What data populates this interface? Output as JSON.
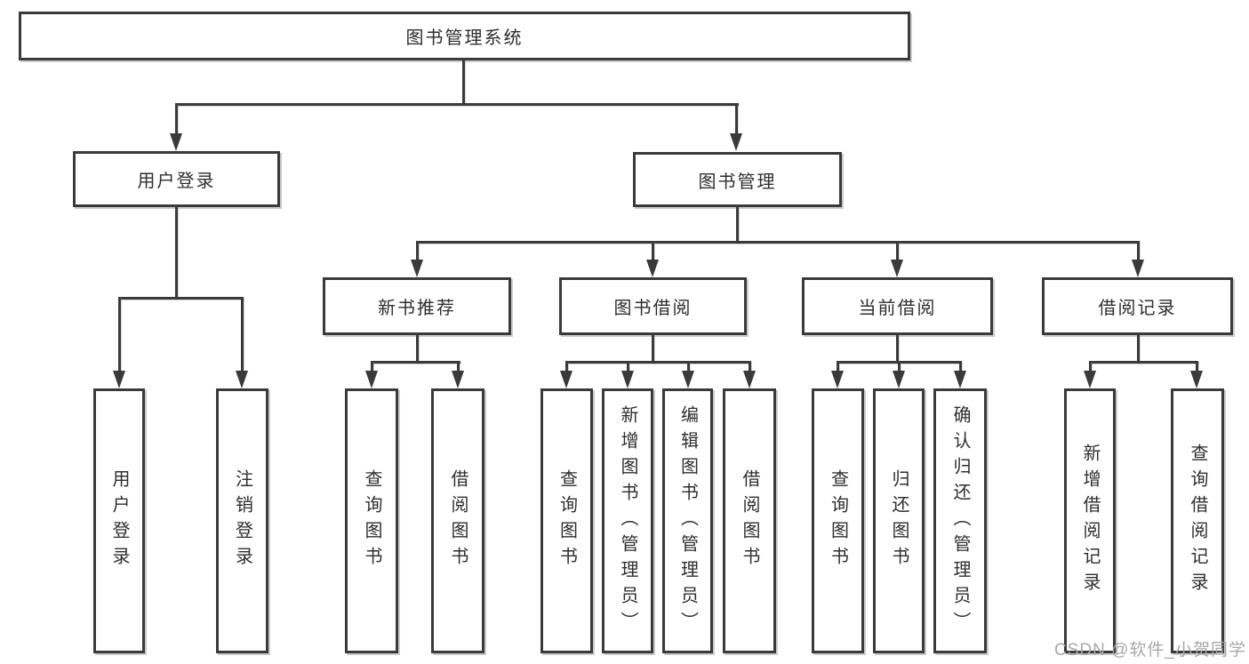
{
  "diagram": {
    "root": {
      "label": "图书管理系统"
    },
    "user_login": {
      "label": "用户登录",
      "children": [
        "用户登录",
        "注销登录"
      ]
    },
    "book_mgmt": {
      "label": "图书管理",
      "sections": [
        {
          "label": "新书推荐",
          "children": [
            "查询图书",
            "借阅图书"
          ]
        },
        {
          "label": "图书借阅",
          "children": [
            "查询图书",
            "新增图书（管理员）",
            "编辑图书（管理员）",
            "借阅图书"
          ]
        },
        {
          "label": "当前借阅",
          "children": [
            "查询图书",
            "归还图书",
            "确认归还（管理员）"
          ]
        },
        {
          "label": "借阅记录",
          "children": [
            "新增借阅记录",
            "查询借阅记录"
          ]
        }
      ]
    }
  },
  "watermark": {
    "text": "CSDN @软件_小贺同学"
  },
  "colors": {
    "line": "#3a3a3a",
    "text": "#2e2e2e",
    "box_background": "#ffffff",
    "watermark": "#a8a8a8",
    "page_background": "#ffffff"
  }
}
